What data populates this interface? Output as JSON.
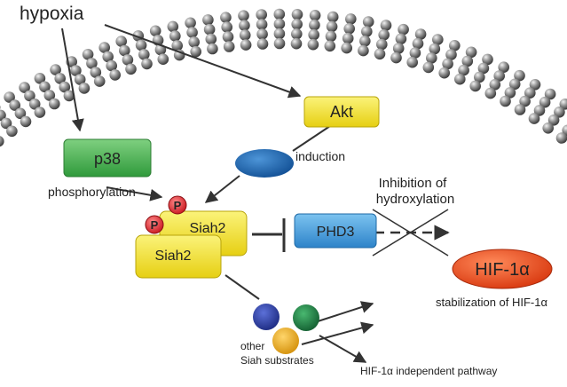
{
  "labels": {
    "hypoxia": "hypoxia",
    "induction": "induction",
    "phosphorylation": "phosphorylation",
    "inhibition_line1": "Inhibition of",
    "inhibition_line2": "hydroxylation",
    "stabilization": "stabilization of HIF-1α",
    "other_line1": "other",
    "other_line2": "Siah substrates",
    "independent_pathway": "HIF-1α independent pathway"
  },
  "nodes": {
    "p38": "p38",
    "akt": "Akt",
    "siah2_back": "Siah2",
    "siah2_front": "Siah2",
    "phd3": "PHD3",
    "hif1a": "HIF-1α",
    "phospho_1": "P",
    "phospho_2": "P"
  },
  "colors": {
    "membrane_bead": "#8c8c8c",
    "p38": "#47b34f",
    "akt": "#f2e51e",
    "siah2": "#f2de2a",
    "phd3": "#3a95d6",
    "hif1a": "#e9461f",
    "phospho": "#e5343a",
    "induction_ellipse": "#1d6fb8",
    "substrate_blue": "#2f43a8",
    "substrate_green": "#22844a",
    "substrate_yellow": "#f0b21e",
    "arrow": "#333333"
  }
}
